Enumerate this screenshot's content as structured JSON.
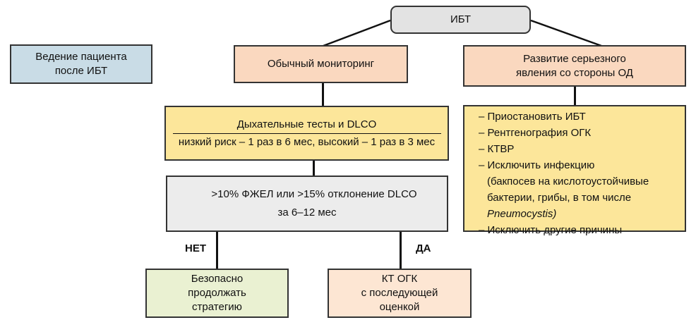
{
  "colors": {
    "root_fill": "#e3e3e3",
    "management_fill": "#c9dce6",
    "monitoring_fill": "#fad8bf",
    "tests_fill": "#fce69a",
    "threshold_fill": "#ececec",
    "safe_fill": "#eaf1d2",
    "ct_fill": "#fde6d3",
    "line_color": "#111111"
  },
  "diagram": {
    "root": "ИБТ",
    "management": {
      "line1": "Ведение пациента",
      "line2": "после ИБТ"
    },
    "routine_monitoring": "Обычный мониторинг",
    "serious_event": {
      "line1": "Развитие серьезного",
      "line2": "явления со стороны ОД"
    },
    "tests": {
      "title": "Дыхательные тесты и DLCO",
      "schedule": "низкий риск – 1 раз в 6 мес, высокий – 1 раз в 3 мес"
    },
    "threshold": {
      "line1": ">10% ФЖЕЛ или >15% отклонение DLCO",
      "line2": "за 6–12 мес"
    },
    "no_label": "НЕТ",
    "yes_label": "ДА",
    "safe": {
      "line1": "Безопасно",
      "line2": "продолжать",
      "line3": "стратегию"
    },
    "ct": {
      "line1": "КТ ОГК",
      "line2": "с последующей",
      "line3": "оценкой"
    },
    "actions": {
      "item1": "– Приостановить ИБТ",
      "item2": "– Рентгенография ОГК",
      "item3": "– КТВР",
      "item4": "– Исключить инфекцию",
      "item4_sub1": "(бакпосев на кислотоустойчивые",
      "item4_sub2": "бактерии, грибы, в том числе",
      "item4_sub3": "Pneumocystis)",
      "item5": "– Исключить другие причины"
    }
  }
}
